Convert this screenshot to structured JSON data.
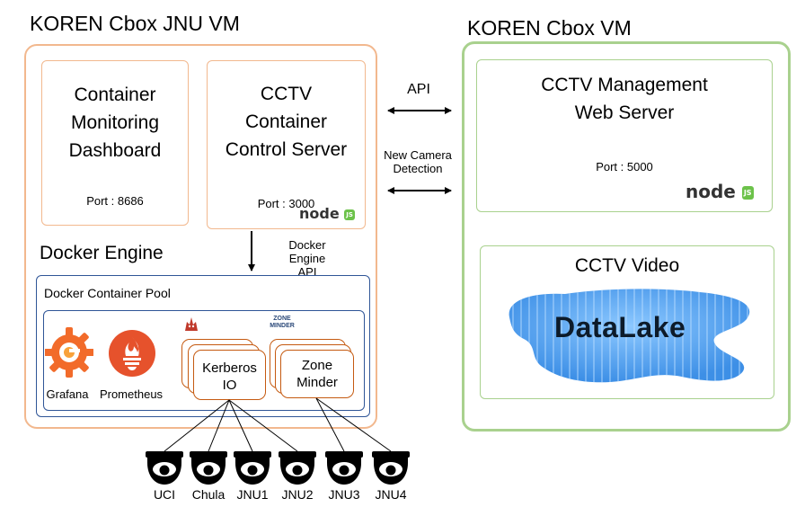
{
  "vm_left": {
    "title": "KOREN Cbox JNU VM"
  },
  "vm_right": {
    "title": "KOREN Cbox VM"
  },
  "dashboard": {
    "title_lines": [
      "Container",
      "Monitoring",
      "Dashboard"
    ],
    "port": "Port : 8686"
  },
  "control_server": {
    "title_lines": [
      "CCTV",
      "Container",
      "Control Server"
    ],
    "port": "Port : 3000"
  },
  "docker_engine": {
    "title": "Docker Engine"
  },
  "docker_engine_api": {
    "lines": [
      "Docker",
      "Engine API"
    ]
  },
  "pool": {
    "title": "Docker Container Pool"
  },
  "grafana": {
    "label": "Grafana"
  },
  "prometheus": {
    "label": "Prometheus"
  },
  "kerberos": {
    "lines": [
      "Kerberos",
      "IO"
    ]
  },
  "zoneminder": {
    "lines": [
      "Zone",
      "Minder"
    ],
    "logo_lines": [
      "ZONE",
      "MINDER"
    ]
  },
  "links": {
    "api": "API",
    "new_camera_lines": [
      "New Camera",
      "Detection"
    ]
  },
  "web_server": {
    "title_lines": [
      "CCTV Management",
      "Web Server"
    ],
    "port": "Port : 5000"
  },
  "cctv_video": {
    "title": "CCTV Video",
    "datalake": "DataLake"
  },
  "node_logo": {
    "text": "node",
    "badge": "JS"
  },
  "cameras": [
    "UCI",
    "Chula",
    "JNU1",
    "JNU2",
    "JNU3",
    "JNU4"
  ],
  "colors": {
    "left_vm_border": "#f2b88e",
    "right_vm_border": "#a9d18e",
    "pool_border": "#2f5597",
    "container_border": "#c55a11",
    "grafana": "#f26b2a",
    "prometheus": "#e6522c",
    "node_green": "#6cc24a",
    "datalake_blue": "#5aa9f5"
  }
}
